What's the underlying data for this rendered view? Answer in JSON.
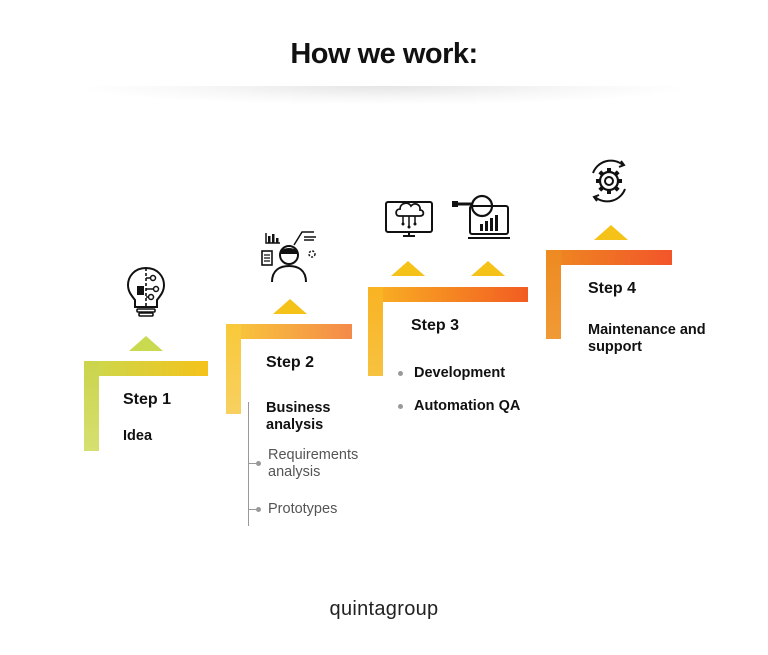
{
  "title": "How we work:",
  "steps": [
    {
      "label": "Step 1",
      "text": "Idea",
      "icon": "lightbulb-circuit-icon"
    },
    {
      "label": "Step 2",
      "text": "Business analysis",
      "icon": "analyst-person-icon",
      "subitems": [
        "Requirements analysis",
        "Prototypes"
      ]
    },
    {
      "label": "Step 3",
      "icon": "cloud-monitor-icon",
      "icon2": "magnifier-chart-icon",
      "items": [
        "Development",
        "Automation QA"
      ]
    },
    {
      "label": "Step 4",
      "text": "Maintenance and support",
      "icon": "gear-cycle-icon"
    }
  ],
  "colors": {
    "step1": [
      "#c9d950",
      "#f5c21a"
    ],
    "step2": [
      "#f9c93a",
      "#f48a4a"
    ],
    "step3": [
      "#f9b323",
      "#f25c22"
    ],
    "step4": [
      "#ee8a21",
      "#f2552a"
    ],
    "triangle": "#f5c21a"
  },
  "logo": "quintagroup"
}
